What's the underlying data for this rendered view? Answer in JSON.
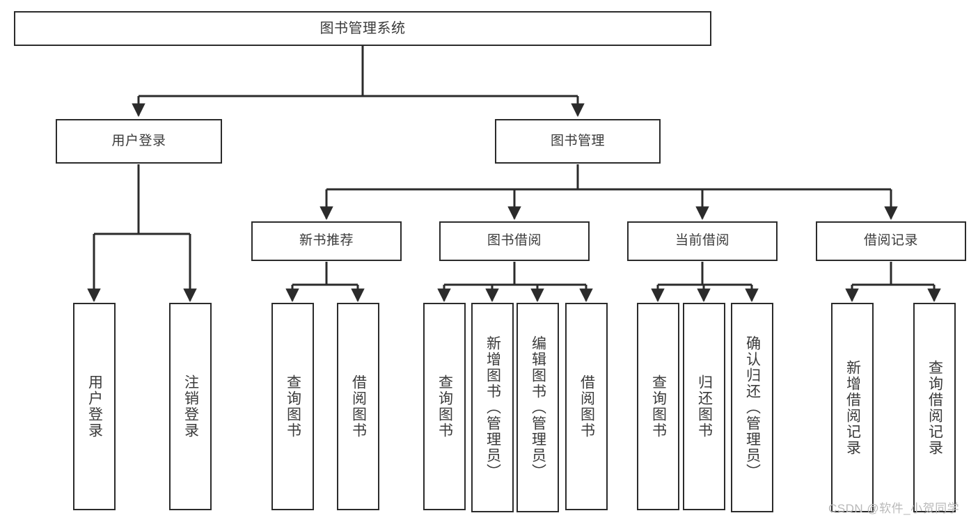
{
  "diagram": {
    "title": "图书管理系统",
    "type": "tree-hierarchy",
    "orientation": "top-down",
    "line_color": "#2b2b2b",
    "box_fill": "#ffffff",
    "text_color": "#3a3a3a",
    "watermark": "CSDN @软件_小贺同学"
  },
  "nodes": {
    "root": {
      "label": "图书管理系统"
    },
    "level1": [
      {
        "label": "用户登录"
      },
      {
        "label": "图书管理"
      }
    ],
    "level2": [
      {
        "label": "新书推荐"
      },
      {
        "label": "图书借阅"
      },
      {
        "label": "当前借阅"
      },
      {
        "label": "借阅记录"
      }
    ],
    "leaves": {
      "user_login": [
        {
          "label": "用户登录"
        },
        {
          "label": "注销登录"
        }
      ],
      "new_book_recommend": [
        {
          "label": "查询图书"
        },
        {
          "label": "借阅图书"
        }
      ],
      "book_borrow": [
        {
          "label": "查询图书"
        },
        {
          "label": "新增图书（管理员）"
        },
        {
          "label": "编辑图书（管理员）"
        },
        {
          "label": "借阅图书"
        }
      ],
      "current_borrow": [
        {
          "label": "查询图书"
        },
        {
          "label": "归还图书"
        },
        {
          "label": "确认归还（管理员）"
        }
      ],
      "borrow_records": [
        {
          "label": "新增借阅记录"
        },
        {
          "label": "查询借阅记录"
        }
      ]
    }
  }
}
